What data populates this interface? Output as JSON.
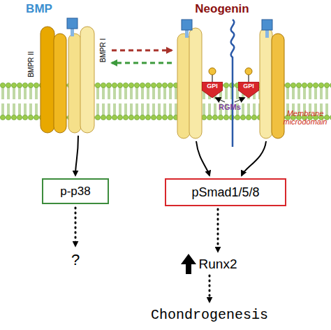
{
  "diagram": {
    "nodes": [
      {
        "text": [
          "GPI"
        ]
      },
      {
        "text": [
          "GPI"
        ]
      },
      {
        "text": [
          "p-p38"
        ]
      },
      {
        "text": [
          "pSmad1/5/8"
        ]
      }
    ],
    "labels": [
      "BMP",
      "Neogenin",
      "BMPR II",
      "BMPR I",
      "RGMs",
      "Membrane microdomain",
      "?",
      "Runx2",
      "Chondrogenesis"
    ]
  }
}
